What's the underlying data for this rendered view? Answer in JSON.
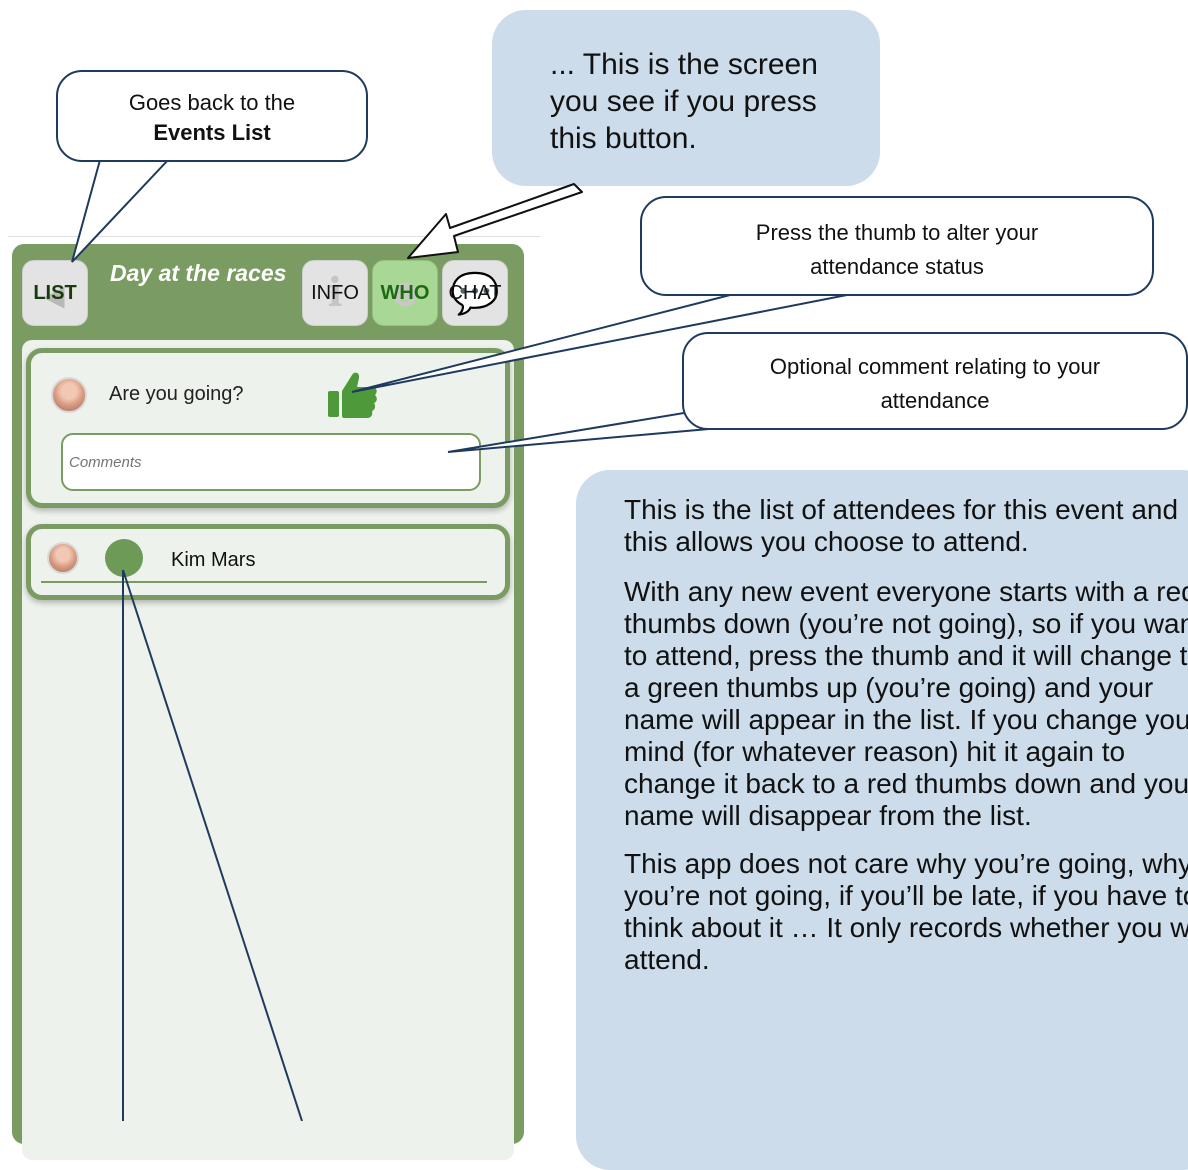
{
  "app": {
    "list_button": "LIST",
    "event_title": "Day at the races",
    "tabs": [
      {
        "label": "INFO",
        "icon": "info-icon",
        "active": false
      },
      {
        "label": "WHO",
        "icon": "people-icon",
        "active": true
      },
      {
        "label": "CHAT",
        "icon": "chat-icon",
        "active": false
      }
    ],
    "going_prompt": "Are you going?",
    "attendance_icon": "thumbs-up-icon",
    "comments_placeholder": "Comments",
    "attendees": [
      {
        "name": "Kim Mars"
      }
    ]
  },
  "annotations": {
    "events_list": {
      "line1": "Goes back to the",
      "line2": "Events List"
    },
    "screen": "... This is the screen you see if you press this button.",
    "thumb": "Press the thumb to alter your attendance status",
    "comment": "Optional comment relating to your attendance",
    "list_paragraphs": [
      "This is the list of attendees for this event and this allows you choose to attend.",
      "With any new event everyone starts with a red thumbs down (you’re not going), so if you want to attend, press the thumb and it will change to a green thumbs up (you’re going) and your name will appear in the list. If you change your mind (for whatever reason) hit it again to change it back to a red thumbs down and your name will disappear from the list.",
      "This app does not care why you’re going, why you’re not going, if you’ll be late, if you have to think about it …  It only records whether you will attend."
    ]
  },
  "colors": {
    "app_green": "#7a9c63",
    "active_tab": "#a9d796",
    "active_tab_text": "#1d6b11",
    "thumb_green": "#4e9a3a",
    "callout_blue": "#cddcea",
    "callout_border": "#1f3a5f"
  }
}
